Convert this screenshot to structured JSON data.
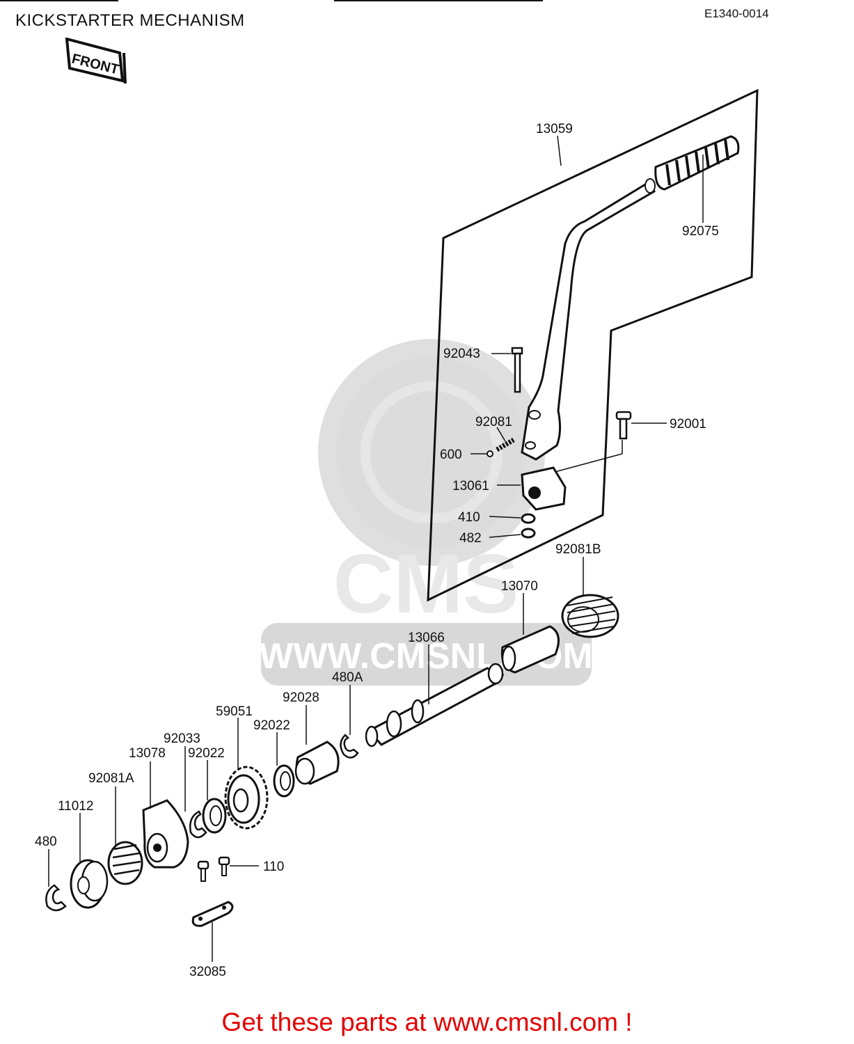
{
  "header": {
    "title": "KICKSTARTER MECHANISM",
    "diagram_code": "E1340-0014",
    "front_tag": "FRONT"
  },
  "watermark": {
    "text": "WWW.CMSNL.COM",
    "logo": "CMS"
  },
  "parts": [
    {
      "id": "p13059",
      "label": "13059"
    },
    {
      "id": "p92075",
      "label": "92075"
    },
    {
      "id": "p92043",
      "label": "92043"
    },
    {
      "id": "p92081",
      "label": "92081"
    },
    {
      "id": "p92001",
      "label": "92001"
    },
    {
      "id": "p600",
      "label": "600"
    },
    {
      "id": "p13061",
      "label": "13061"
    },
    {
      "id": "p410",
      "label": "410"
    },
    {
      "id": "p482",
      "label": "482"
    },
    {
      "id": "p92081B",
      "label": "92081B"
    },
    {
      "id": "p13070",
      "label": "13070"
    },
    {
      "id": "p13066",
      "label": "13066"
    },
    {
      "id": "p480A",
      "label": "480A"
    },
    {
      "id": "p92028",
      "label": "92028"
    },
    {
      "id": "p59051",
      "label": "59051"
    },
    {
      "id": "p92022a",
      "label": "92022"
    },
    {
      "id": "p92033",
      "label": "92033"
    },
    {
      "id": "p92022b",
      "label": "92022"
    },
    {
      "id": "p13078",
      "label": "13078"
    },
    {
      "id": "p92081A",
      "label": "92081A"
    },
    {
      "id": "p11012",
      "label": "11012"
    },
    {
      "id": "p480",
      "label": "480"
    },
    {
      "id": "p110",
      "label": "110"
    },
    {
      "id": "p32085",
      "label": "32085"
    }
  ],
  "footer": {
    "link_text": "Get these parts at www.cmsnl.com !",
    "link_color": "#e30000"
  }
}
